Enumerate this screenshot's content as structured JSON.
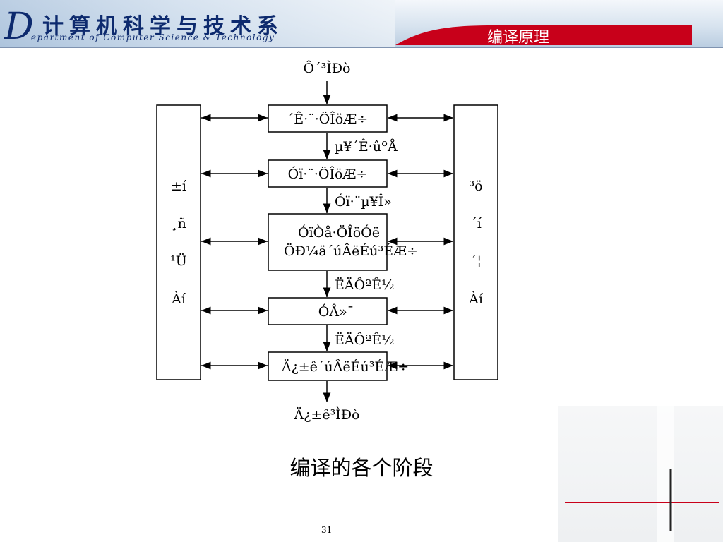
{
  "header": {
    "logo_letter": "D",
    "department_cn": "计算机科学与技术系",
    "department_en": "epartment of Computer Science & Technology",
    "course_title": "编译原理"
  },
  "diagram": {
    "input_label": "Ô´³ÌÐò",
    "output_label": "Ä¿±ê³ÌÐò",
    "left_panel_lines": [
      "±í",
      "¸ñ",
      "¹Ü",
      "Àí"
    ],
    "right_panel_lines": [
      "³ö",
      "´í",
      "´¦",
      "Àí"
    ],
    "stage_boxes": [
      {
        "lines": [
          "´Ê·¨·ÖÎöÆ÷"
        ]
      },
      {
        "lines": [
          "Óï·¨·ÖÎöÆ÷"
        ]
      },
      {
        "lines": [
          "ÓïÒå·ÖÎöÓë",
          "ÖÐ¼ä´úÂëÉú³ÉÆ÷"
        ]
      },
      {
        "lines": [
          "ÓÅ»¯"
        ]
      },
      {
        "lines": [
          "Ä¿±ê´úÂëÉú³ÉÆ÷"
        ]
      }
    ],
    "flow_labels": [
      "µ¥´Ê·ûºÅ",
      "Óï·¨µ¥Î»",
      "ËÄÔªÊ½",
      "ËÄÔªÊ½"
    ]
  },
  "caption": "编译的各个阶段",
  "page_number": "31",
  "colors": {
    "header_blue": "#0d2a6e",
    "accent_red": "#c8001a",
    "line": "#000000"
  }
}
